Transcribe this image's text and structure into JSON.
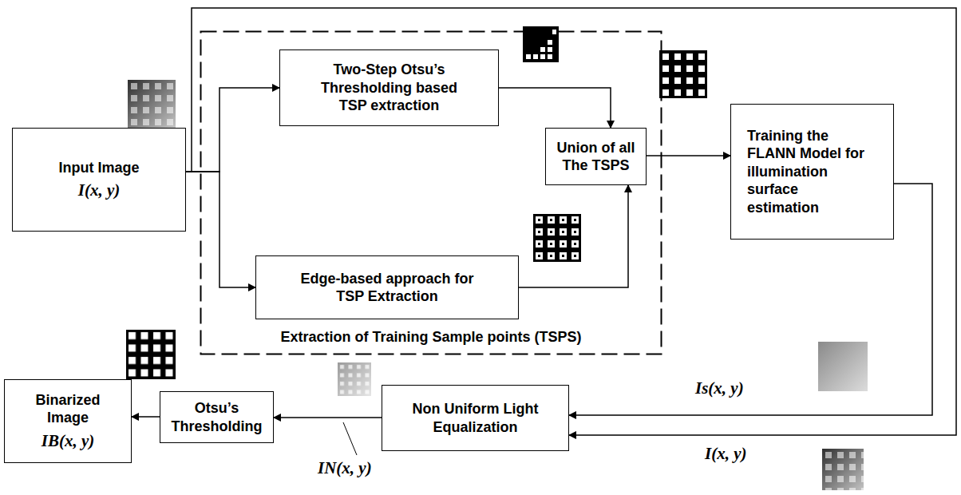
{
  "diagram": {
    "nodes": [
      {
        "text": [
          "Extraction of Training Sample points (TSPS)"
        ]
      },
      {
        "text": [
          "Input Image",
          "I(x, y)"
        ]
      },
      {
        "text": [
          "Two-Step Otsu’s Thresholding based TSP extraction"
        ],
        "in": 0
      },
      {
        "text": [
          "Edge-based approach for TSP Extraction"
        ],
        "in": 0
      },
      {
        "text": [
          "Union of all The TSPS"
        ],
        "in": 0
      },
      {
        "text": [
          "Training the FLANN Model for illumination surface estimation"
        ]
      },
      {
        "text": [
          "Non Uniform Light Equalization"
        ]
      },
      {
        "text": [
          "Otsu’s Thresholding"
        ]
      },
      {
        "text": [
          "Binarized Image",
          "IB(x, y)"
        ]
      }
    ],
    "edges": [
      {
        "from": 1,
        "to": 2,
        "arrow": "to"
      },
      {
        "from": 1,
        "to": 3,
        "arrow": "to"
      },
      {
        "from": 2,
        "to": 4,
        "arrow": "to"
      },
      {
        "from": 3,
        "to": 4,
        "arrow": "to"
      },
      {
        "from": 4,
        "to": 5,
        "arrow": "to"
      },
      {
        "from": 5,
        "to": 6,
        "label": "Is(x, y)",
        "arrow": "to"
      },
      {
        "from": 1,
        "to": 6,
        "label": "I(x, y)",
        "arrow": "to"
      },
      {
        "from": 6,
        "to": 7,
        "label": "IN(x, y)",
        "arrow": "to"
      },
      {
        "from": 7,
        "to": 8,
        "arrow": "to"
      }
    ]
  }
}
